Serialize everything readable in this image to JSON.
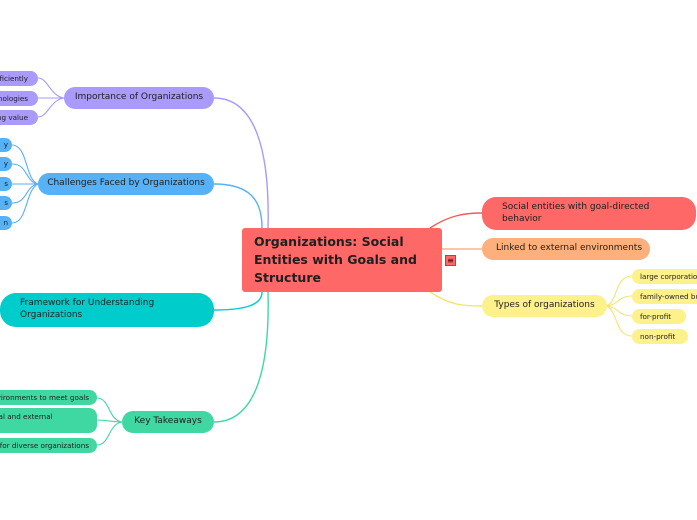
{
  "central": {
    "title": "Organizations: Social Entities with Goals and Structure"
  },
  "right_branches": {
    "social": {
      "label": "Social entities with goal-directed behavior"
    },
    "linked": {
      "label": "Linked to external environments"
    },
    "types": {
      "label": "Types of organizations",
      "children": [
        "large corporations",
        "family-owned businesses",
        "for-profit",
        "non-profit"
      ]
    }
  },
  "left_branches": {
    "importance": {
      "label": "Importance of Organizations",
      "children": [
        "fficiently",
        "nologies",
        "ng value"
      ]
    },
    "challenges": {
      "label": "Challenges Faced by Organizations",
      "children": [
        "y",
        "y",
        "s",
        "s",
        "n"
      ]
    },
    "framework": {
      "label": "Framework for Understanding Organizations"
    },
    "takeaways": {
      "label": "Key Takeaways",
      "children": [
        "nvironments to meet goals",
        "nal and external",
        "for diverse organizations"
      ]
    }
  },
  "colors": {
    "central": "#fe6867",
    "social": "#fe6867",
    "linked": "#fdaf7c",
    "types": "#fdf18b",
    "importance": "#a99afb",
    "challenges": "#56b1f7",
    "framework": "#00cccc",
    "takeaways": "#3fd8a2"
  },
  "icons": {
    "notes": "notes-icon"
  }
}
